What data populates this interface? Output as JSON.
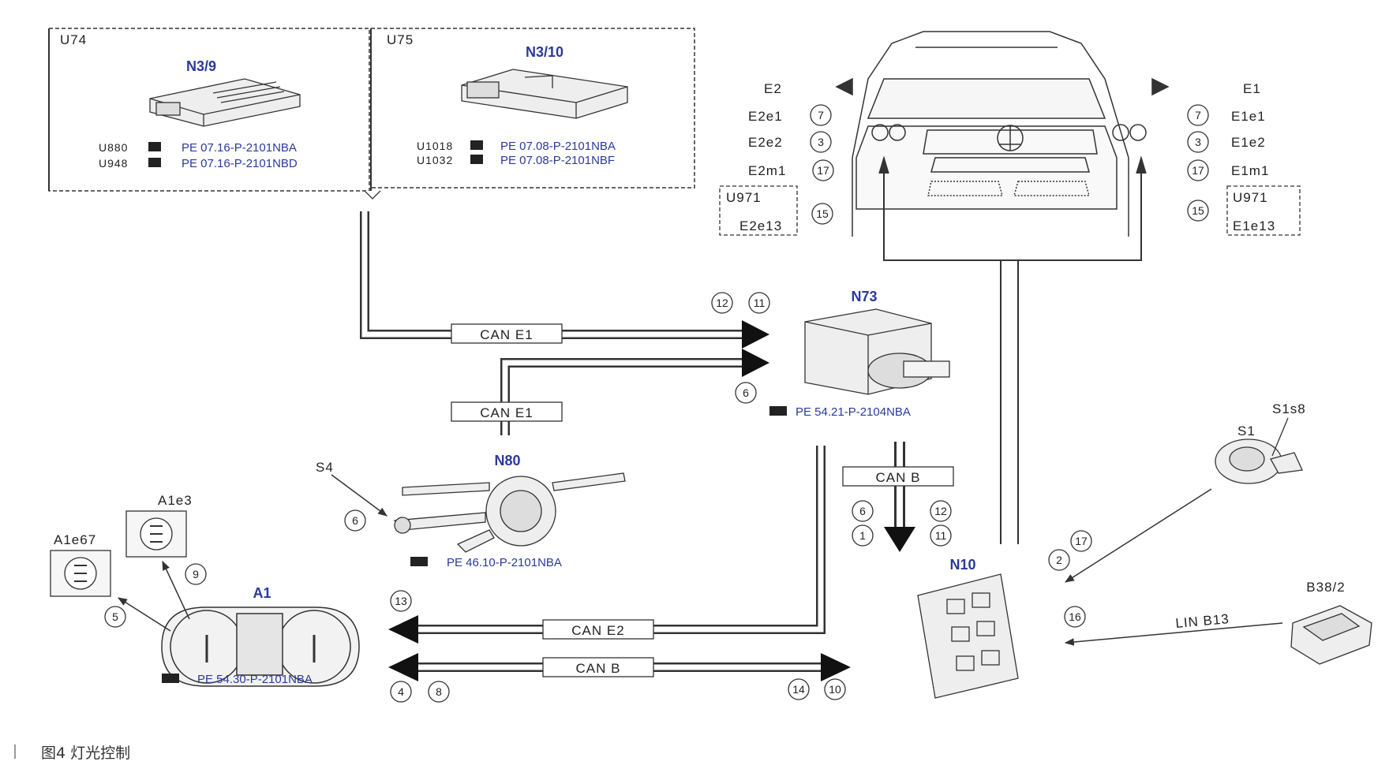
{
  "caption": "图4  灯光控制",
  "modules": {
    "u74": {
      "group": "U74",
      "name": "N3/9",
      "refs": [
        {
          "code": "U880",
          "doc": "PE 07.16-P-2101NBA"
        },
        {
          "code": "U948",
          "doc": "PE 07.16-P-2101NBD"
        }
      ]
    },
    "u75": {
      "group": "U75",
      "name": "N3/10",
      "refs": [
        {
          "code": "U1018",
          "doc": "PE 07.08-P-2101NBA"
        },
        {
          "code": "U1032",
          "doc": "PE 07.08-P-2101NBF"
        }
      ]
    },
    "n73": {
      "name": "N73",
      "doc": "PE 54.21-P-2104NBA"
    },
    "n80": {
      "name": "N80",
      "doc": "PE 46.10-P-2101NBA",
      "switch": "S4"
    },
    "a1": {
      "name": "A1",
      "doc": "PE 54.30-P-2101NBA"
    },
    "a1e3": {
      "name": "A1e3"
    },
    "a1e67": {
      "name": "A1e67"
    },
    "n10": {
      "name": "N10"
    },
    "s1": {
      "name": "S1",
      "sub": "S1s8"
    },
    "b38": {
      "name": "B38/2"
    }
  },
  "vehicle": {
    "left": {
      "lamp": "E2",
      "items": [
        {
          "name": "E2e1",
          "num": "7"
        },
        {
          "name": "E2e2",
          "num": "3"
        },
        {
          "name": "E2m1",
          "num": "17"
        },
        {
          "name": "E2e13",
          "num": "15",
          "variant": "U971"
        }
      ]
    },
    "right": {
      "lamp": "E1",
      "items": [
        {
          "name": "E1e1",
          "num": "7"
        },
        {
          "name": "E1e2",
          "num": "3"
        },
        {
          "name": "E1m1",
          "num": "17"
        },
        {
          "name": "E1e13",
          "num": "15",
          "variant": "U971"
        }
      ]
    }
  },
  "buses": {
    "can_e1_top": "CAN E1",
    "can_e1_lower": "CAN E1",
    "can_b_vertical": "CAN B",
    "can_e2": "CAN E2",
    "can_b_bottom": "CAN B",
    "lin": "LIN B13"
  },
  "signals": {
    "n73_in_top": [
      "12",
      "11"
    ],
    "n73_in_lower": "6",
    "canb_down": [
      "6",
      "12",
      "1",
      "11"
    ],
    "s4": "6",
    "a1e3": "9",
    "a1e67": "5",
    "can_e2": "13",
    "can_b_left": [
      "4",
      "8"
    ],
    "can_b_right": [
      "14",
      "10"
    ],
    "s1": [
      "17",
      "2"
    ],
    "lin": "16"
  }
}
